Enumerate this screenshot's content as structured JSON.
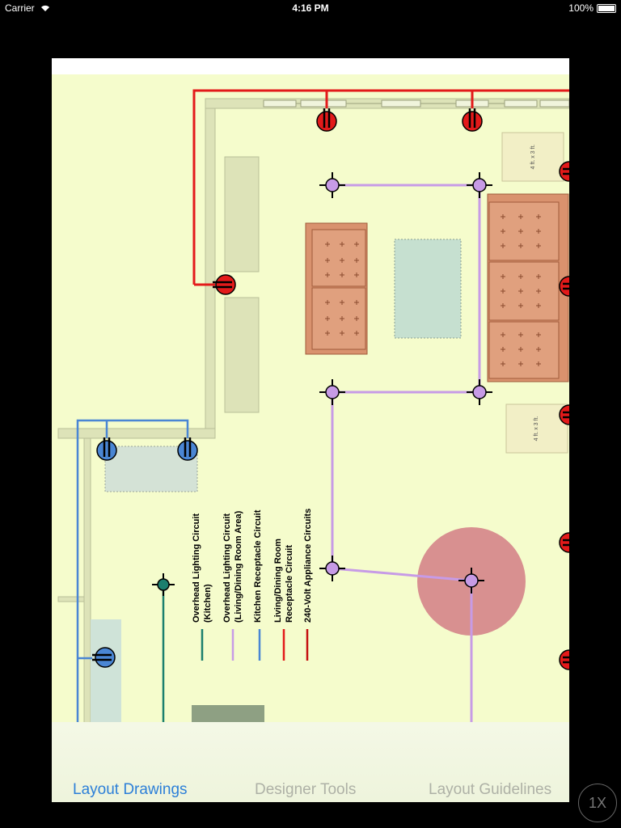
{
  "status_bar": {
    "carrier": "Carrier",
    "time": "4:16 PM",
    "battery": "100%"
  },
  "legend": {
    "items": [
      {
        "label_line1": "Overhead Lighting Circuit",
        "label_line2": "(Kitchen)",
        "color": "#1b7f6e"
      },
      {
        "label_line1": "Overhead Lighting Circuit",
        "label_line2": "(Living/Dining Room Area)",
        "color": "#c79be6"
      },
      {
        "label_line1": "Kitchen Receptacle Circuit",
        "label_line2": "",
        "color": "#4a86d4"
      },
      {
        "label_line1": "Living/Dining Room",
        "label_line2": "Receptacle Circuit",
        "color": "#e31a1a"
      },
      {
        "label_line1": "240-Volt Appliance Circuits",
        "label_line2": "",
        "color": "#c41010"
      }
    ]
  },
  "tables": {
    "label_top": "4 ft. x 3 ft.",
    "label_bottom": "4 ft. x 3 ft."
  },
  "tabs": [
    {
      "label": "Layout Drawings",
      "active": true
    },
    {
      "label": "Designer Tools",
      "active": false
    },
    {
      "label": "Layout Guidelines",
      "active": false
    }
  ],
  "zoom": {
    "label": "1X"
  },
  "colors": {
    "floor": "#f5fccc",
    "wall": "#dde3b8",
    "sofa": "#d9926e",
    "rug": "#d89090",
    "active_tab": "#2c7fd8"
  }
}
